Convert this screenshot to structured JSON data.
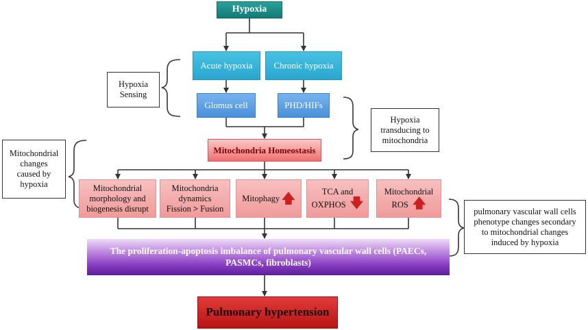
{
  "nodes": {
    "hypoxia": "Hypoxia",
    "acute_hypoxia": "Acute hypoxia",
    "chronic_hypoxia": "Chronic hypoxia",
    "glomus_cell": "Glomus cell",
    "phd_hifs": "PHD/HIFs",
    "mitochondria_homeostasis": "Mitochondria Homeostasis",
    "morphology": [
      "Mitochondrial",
      "morphology and",
      "biogenesis disrupt"
    ],
    "dynamics": [
      "Mitochondria",
      "dynamics"
    ],
    "dynamics_fission": "Fission",
    "dynamics_gt": ">",
    "dynamics_fusion": "Fusion",
    "mitophagy": "Mitophagy",
    "tca": [
      "TCA and",
      "OXPHOS"
    ],
    "ros": [
      "Mitochondrial",
      "ROS"
    ],
    "imbalance": [
      "The proliferation-apoptosis imbalance of pulmonary vascular wall cells (PAECs,",
      "PASMCs, fibroblasts)"
    ],
    "pulmonary_hypertension": "Pulmonary hypertension"
  },
  "indicators": {
    "mitophagy": "up",
    "tca": "down",
    "ros": "up",
    "up_glyph": "🡅",
    "down_glyph": "🡇",
    "arrow_color": "#cc1f1f"
  },
  "annotations": {
    "hypoxia_sensing": [
      "Hypoxia",
      "Sensing"
    ],
    "hypoxia_transducing": [
      "Hypoxia",
      "transducing to",
      "mitochondria"
    ],
    "mito_changes": [
      "Mitochondrial",
      "changes",
      "caused by",
      "hypoxia"
    ],
    "phenotype_changes": [
      "pulmonary vascular wall cells",
      "phenotype changes secondary",
      "to mitochondrial changes",
      "induced by hypoxia"
    ]
  }
}
